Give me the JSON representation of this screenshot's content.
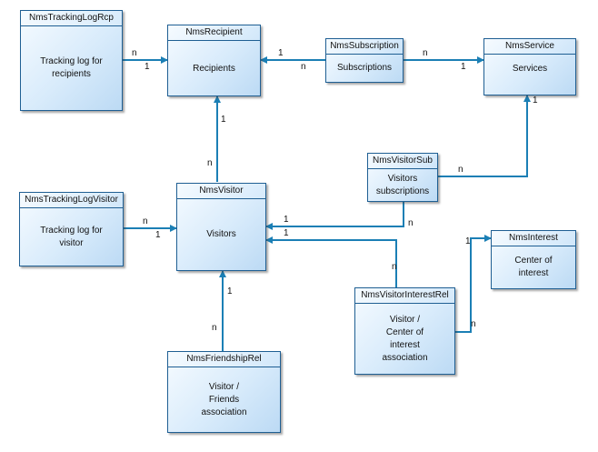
{
  "colors": {
    "connector": "#1b7fb5",
    "border": "#1f5f93"
  },
  "entities": {
    "tracking_log_rcp": {
      "title": "NmsTrackingLogRcp",
      "label": "Tracking log for\nrecipients"
    },
    "recipient": {
      "title": "NmsRecipient",
      "label": "Recipients"
    },
    "subscription": {
      "title": "NmsSubscription",
      "label": "Subscriptions"
    },
    "service": {
      "title": "NmsService",
      "label": "Services"
    },
    "visitor_sub": {
      "title": "NmsVisitorSub",
      "label": "Visitors\nsubscriptions"
    },
    "tracking_log_visitor": {
      "title": "NmsTrackingLogVisitor",
      "label": "Tracking log for\nvisitor"
    },
    "visitor": {
      "title": "NmsVisitor",
      "label": "Visitors"
    },
    "interest": {
      "title": "NmsInterest",
      "label": "Center of\ninterest"
    },
    "visitor_interest_rel": {
      "title": "NmsVisitorInterestRel",
      "label": "Visitor /\nCenter of\ninterest\nassociation"
    },
    "friendship_rel": {
      "title": "NmsFriendshipRel",
      "label": "Visitor /\nFriends\nassociation"
    }
  },
  "cardinalities": {
    "tlr_n": "n",
    "tlr_1": "1",
    "sub_rcp_1": "1",
    "sub_rcp_n": "n",
    "sub_svc_n": "n",
    "sub_svc_1": "1",
    "vis_rcp_1": "1",
    "vis_rcp_n": "n",
    "vsub_svc_1": "1",
    "vsub_svc_n": "n",
    "tlv_n": "n",
    "tlv_1": "1",
    "vsub_vis_1": "1",
    "vsub_vis_n": "n",
    "vir_vis_1": "1",
    "vir_vis_n": "n",
    "vir_int_1": "1",
    "vir_int_n": "n",
    "fr_vis_1": "1",
    "fr_vis_n": "n"
  }
}
